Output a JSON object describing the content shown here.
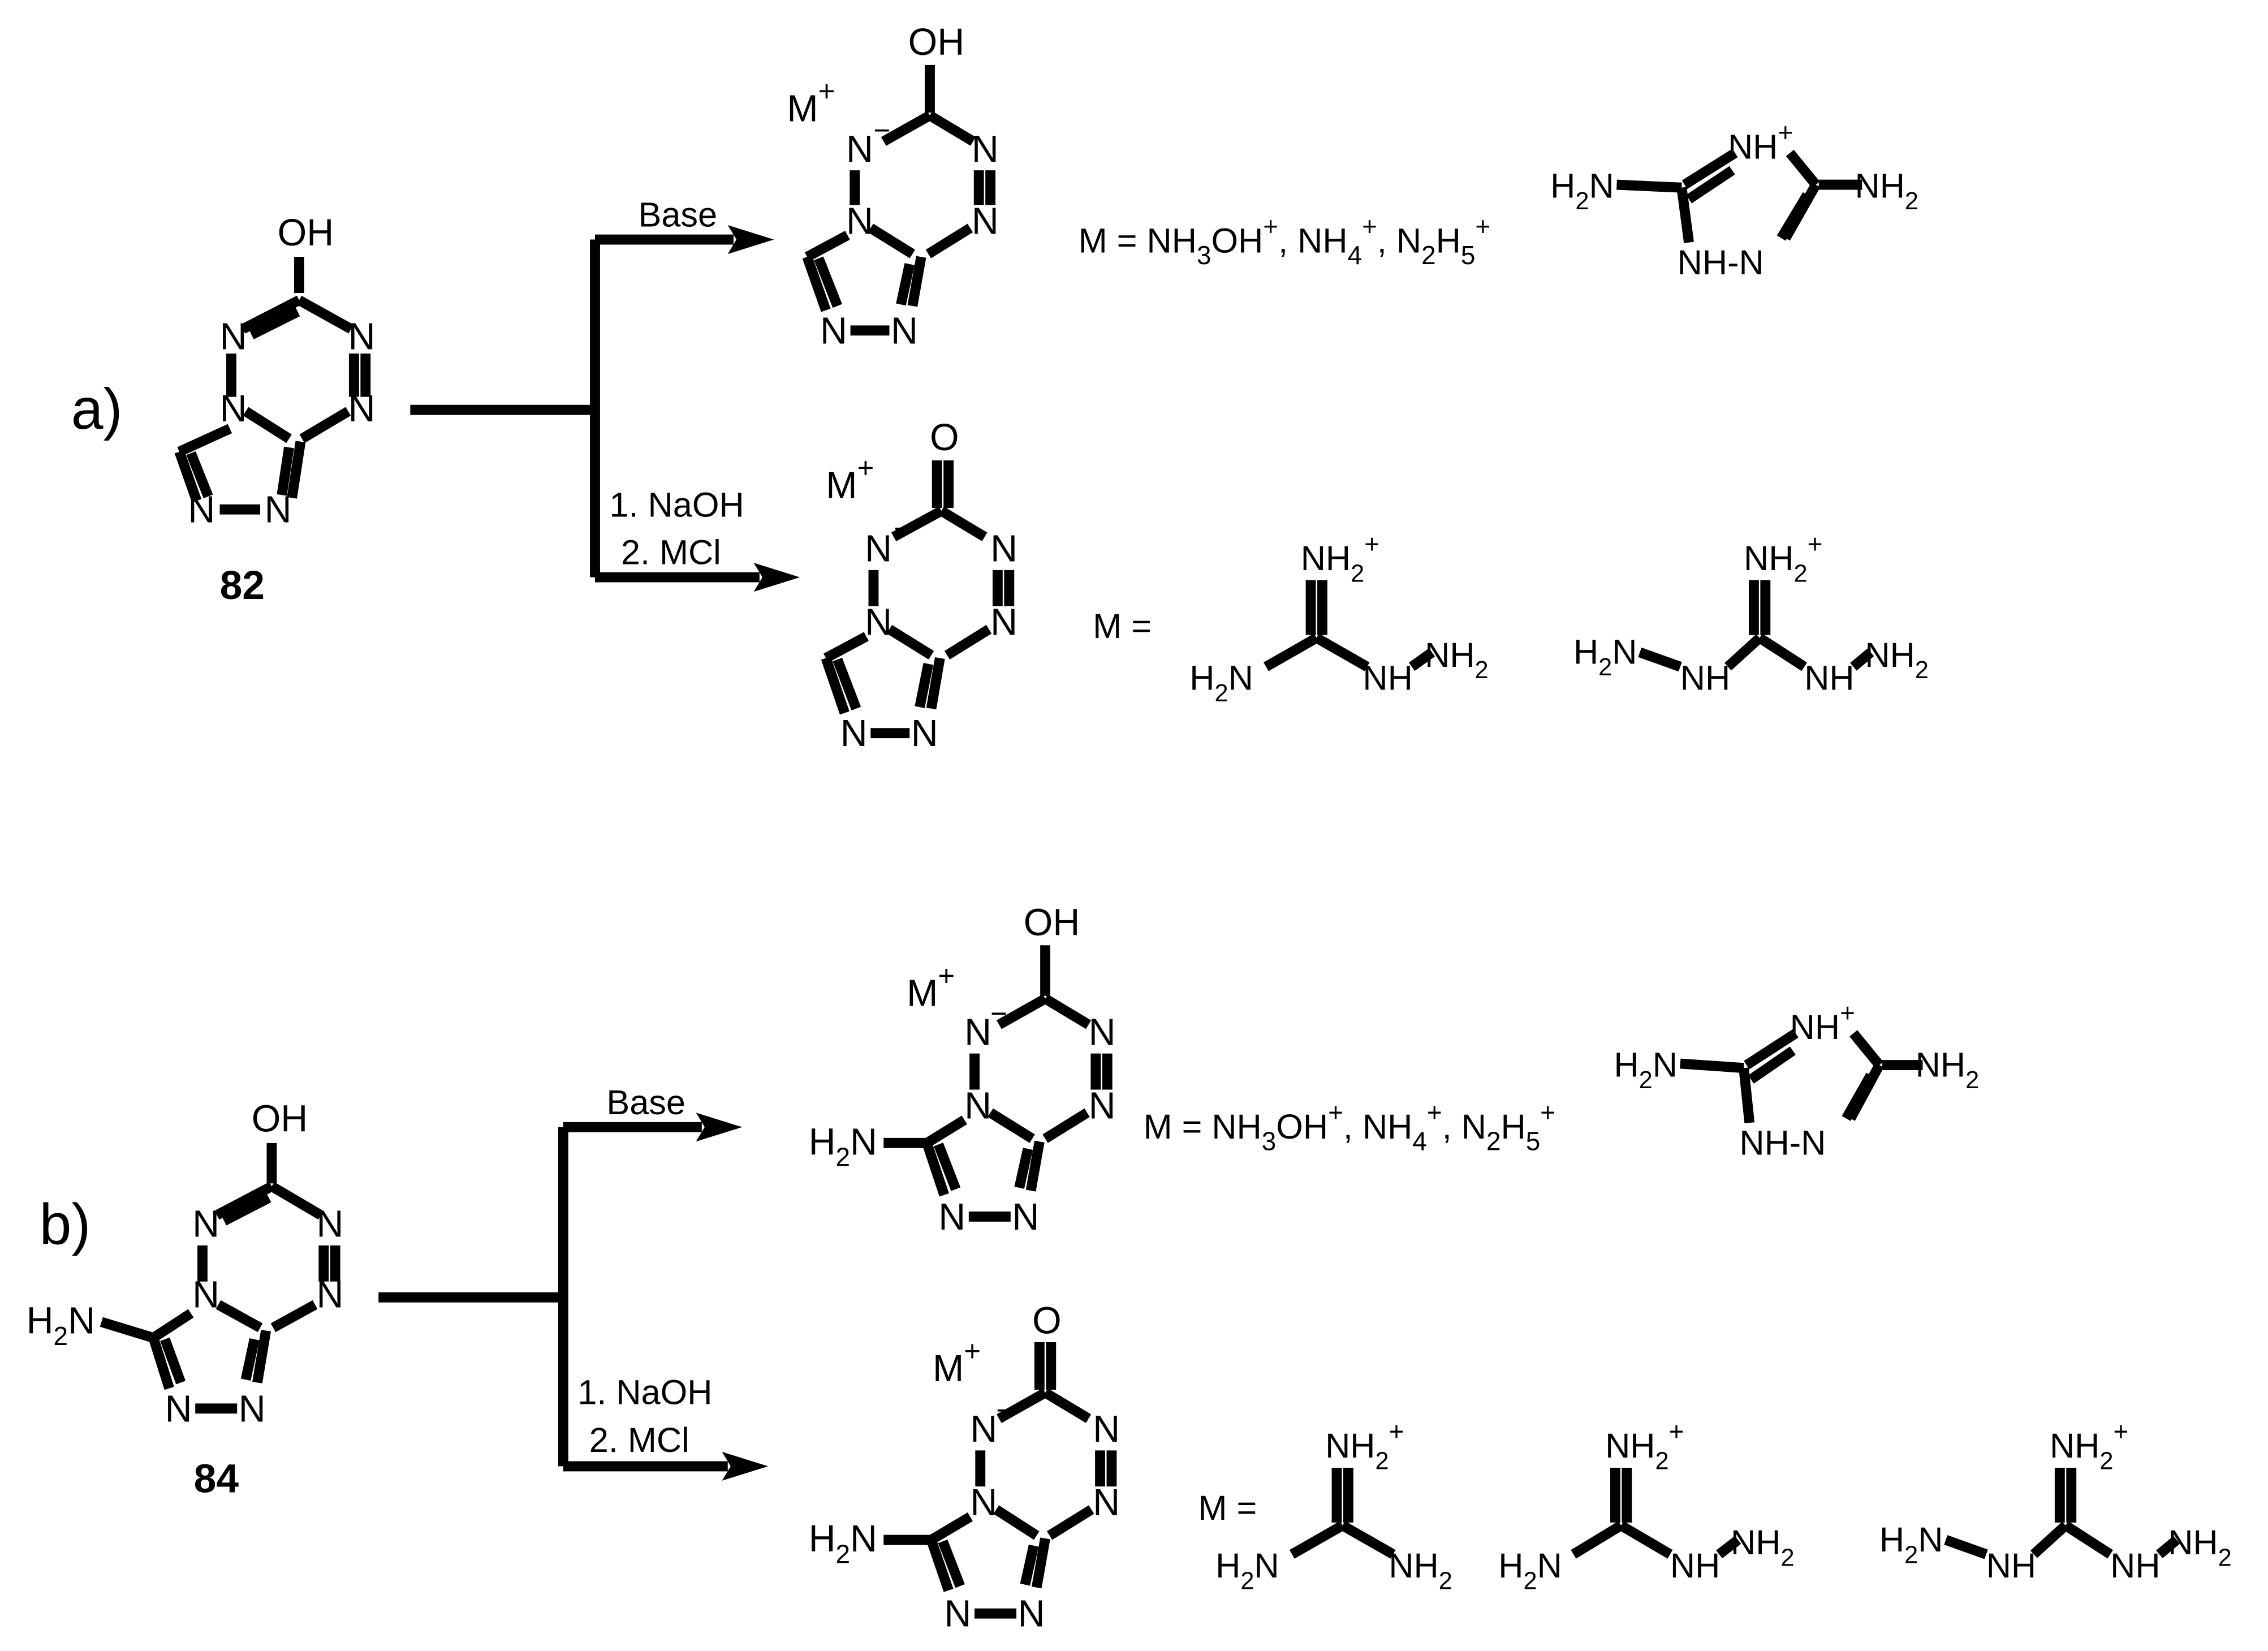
{
  "panel_a": {
    "label": "a)",
    "compound_number": "82",
    "reagent_base": "Base",
    "reagent_step1": "1. NaOH",
    "reagent_step2": "2. MCl",
    "cation_line": "M = NH3OH+, NH4+, N2H5+",
    "m_equals": "M ="
  },
  "panel_b": {
    "label": "b)",
    "compound_number": "84",
    "reagent_base": "Base",
    "reagent_step1": "1. NaOH",
    "reagent_step2": "2. MCl",
    "cation_line": "M = NH3OH+, NH4+, N2H5+",
    "m_equals": "M ="
  },
  "atoms": {
    "OH": "OH",
    "O": "O",
    "N": "N",
    "N_minus": "N",
    "charge_minus": "−",
    "M": "M",
    "charge_plus": "+",
    "H2N": "H2N",
    "NH2": "NH2",
    "NH": "NH",
    "NH_plus": "NH+",
    "NH_pair": "NH-N"
  }
}
